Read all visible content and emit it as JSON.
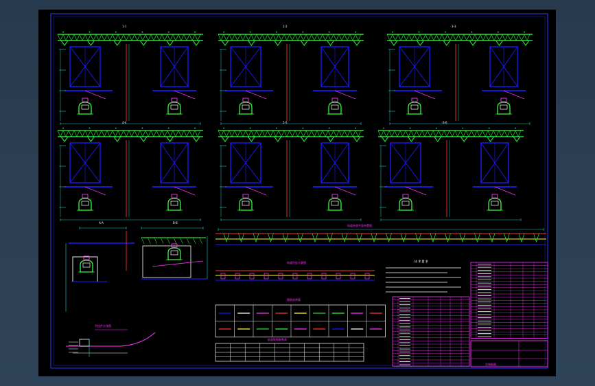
{
  "viewer": {
    "background_color": "#2f4459",
    "sheet_color": "#000000"
  },
  "colors": {
    "frame": "#3333ff",
    "truss": "#22dd33",
    "steel": "#1a1aff",
    "car": "#33ff33",
    "dim": "#22cccc",
    "pink": "#ff33ff",
    "red": "#ff3333",
    "white": "#ffffff",
    "yellow": "#ffff33"
  },
  "panels": [
    {
      "title": "1-1"
    },
    {
      "title": "2-2"
    },
    {
      "title": "3-3"
    },
    {
      "title": "4-4"
    },
    {
      "title": "5-5"
    },
    {
      "title": "6-6"
    }
  ],
  "section_views": [
    {
      "title": "A-A"
    },
    {
      "title": "B-B"
    }
  ],
  "rail_views": [
    {
      "title": "轨道系统平面布置图"
    },
    {
      "title": "轨道吊挂示意图"
    }
  ],
  "notes": {
    "title": "技 术 要 求"
  },
  "legend_table": {
    "title": "图例说明表"
  },
  "param_table": {
    "title": "轨道规格参数表"
  },
  "small_detail": {
    "title": "吊挂件大样图"
  },
  "title_block": {
    "drawing_title": "总装配图"
  }
}
